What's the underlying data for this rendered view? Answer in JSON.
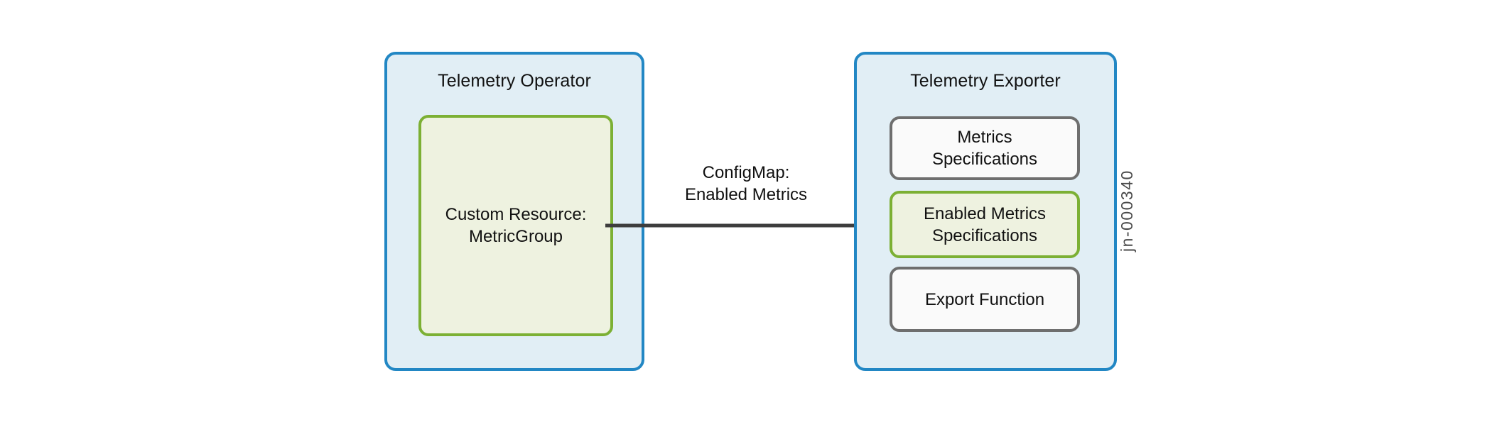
{
  "diagram": {
    "figure_id": "jn-000340",
    "colors": {
      "container_border": "#2287c4",
      "container_fill": "#e1eef5",
      "green_border": "#7cb034",
      "green_fill": "#eef2e0",
      "gray_border": "#6e6e6e",
      "gray_fill": "#fafafa",
      "arrow": "#3d3d3d",
      "background": "#ffffff"
    },
    "operator": {
      "title": "Telemetry Operator",
      "custom_resource": {
        "label": "Custom Resource:\nMetricGroup"
      }
    },
    "exporter": {
      "title": "Telemetry Exporter",
      "items": [
        {
          "label": "Metrics\nSpecifications",
          "style": "gray"
        },
        {
          "label": "Enabled Metrics\nSpecifications",
          "style": "green"
        },
        {
          "label": "Export Function",
          "style": "gray"
        }
      ]
    },
    "flow": {
      "label": "ConfigMap:\nEnabled Metrics"
    }
  }
}
